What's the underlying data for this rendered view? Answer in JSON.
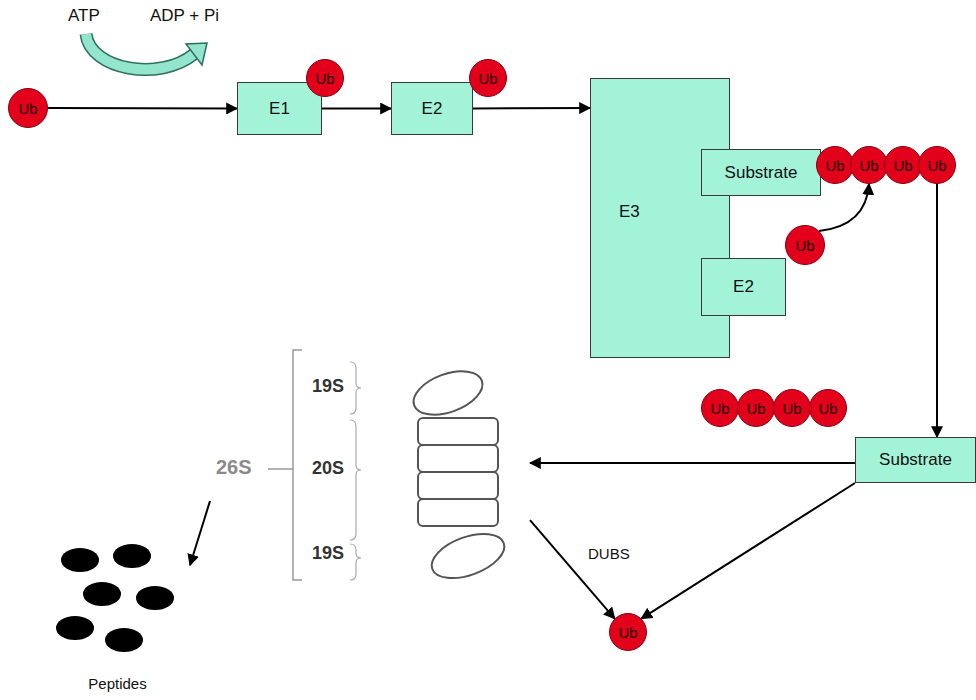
{
  "diagram": {
    "nodes": [
      {
        "text": [
          "Ub"
        ]
      },
      {
        "text": [
          "E1"
        ]
      },
      {
        "text": [
          "Ub"
        ]
      },
      {
        "text": [
          "E2"
        ]
      },
      {
        "text": [
          "Ub"
        ]
      },
      {
        "text": [
          "E3"
        ]
      },
      {
        "text": [
          "Substrate"
        ],
        "in": 5
      },
      {
        "text": [
          "E2"
        ],
        "in": 5
      },
      {
        "text": [
          "Ub"
        ]
      },
      {
        "text": [
          "Ub"
        ]
      },
      {
        "text": [
          "Ub"
        ]
      },
      {
        "text": [
          "Ub"
        ]
      },
      {
        "text": [
          "Ub"
        ]
      },
      {
        "text": [
          "Ub"
        ]
      },
      {
        "text": [
          "Ub"
        ]
      },
      {
        "text": [
          "Ub"
        ]
      },
      {
        "text": [
          "Ub"
        ]
      },
      {
        "text": [
          "Substrate"
        ]
      },
      {
        "text": [
          "26S",
          "19S",
          "20S",
          "19S"
        ]
      },
      {
        "text": [
          "Peptides"
        ]
      },
      {
        "text": [
          "Ub"
        ]
      }
    ],
    "edges": [
      {
        "from": 0,
        "to": 1,
        "arrow": "to"
      },
      {
        "from": 1,
        "to": 3,
        "arrow": "to"
      },
      {
        "from": 3,
        "to": 5,
        "arrow": "to"
      },
      {
        "from": 8,
        "to": 10,
        "arrow": "to"
      },
      {
        "from": 12,
        "to": 17,
        "arrow": "to"
      },
      {
        "from": 17,
        "to": 18,
        "arrow": "to"
      },
      {
        "from": 18,
        "to": 19,
        "arrow": "to"
      },
      {
        "from": 18,
        "to": 20,
        "arrow": "to"
      },
      {
        "from": 17,
        "to": 20,
        "arrow": "to"
      }
    ],
    "labels": [
      "ATP",
      "ADP + Pi",
      "DUBS"
    ]
  }
}
